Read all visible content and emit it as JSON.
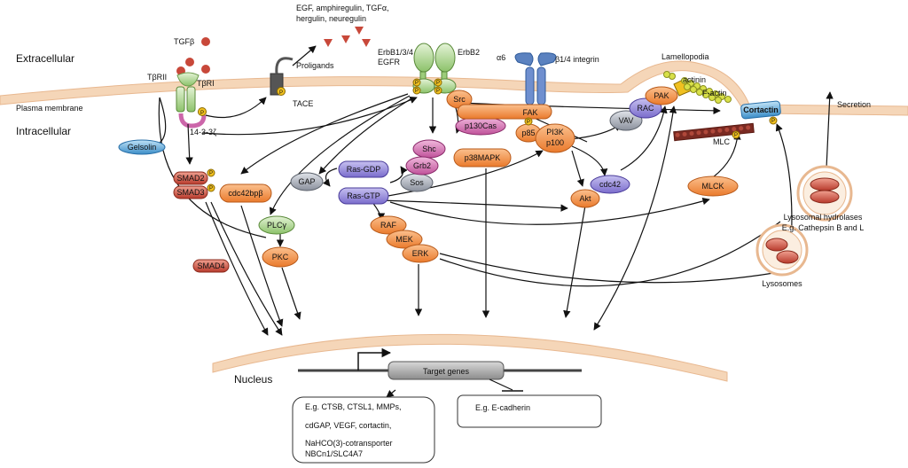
{
  "compartments": {
    "extracellular": "Extracellular",
    "plasma_membrane": "Plasma membrane",
    "intracellular": "Intracellular",
    "nucleus": "Nucleus",
    "lamellopodia": "Lamellopodia"
  },
  "ligands": {
    "tgfb": "TGFβ",
    "egf_line1": "EGF, amphiregulin, TGFα,",
    "egf_line2": "hergulin, neuregulin",
    "proligands": "Proligands"
  },
  "receptors": {
    "tbr2": "TβRII",
    "tbr1": "TβRI",
    "tace": "TACE",
    "erbb134": "ErbB1/3/4",
    "egfr": "EGFR",
    "erbb2": "ErbB2",
    "alpha6": "α6",
    "beta14": "β1/4 integrin",
    "adapter_1433": "14-3-3ζ"
  },
  "nodes": {
    "gelsolin": "Gelsolin",
    "smad2": "SMAD2",
    "smad3": "SMAD3",
    "smad4": "SMAD4",
    "cdc42bpb": "cdc42bpβ",
    "plcg": "PLCγ",
    "pkc": "PKC",
    "gap": "GAP",
    "ras_gdp": "Ras-GDP",
    "ras_gtp": "Ras-GTP",
    "sos": "Sos",
    "shc": "Shc",
    "grb2": "Grb2",
    "raf": "RAF",
    "mek": "MEK",
    "erk": "ERK",
    "src": "Src",
    "p130cas": "p130Cas",
    "p38mapk": "p38MAPK",
    "fak": "FAK",
    "p85": "p85",
    "pi3k": "PI3K",
    "p100": "p100",
    "akt": "Akt",
    "cdc42": "cdc42",
    "vav": "VAV",
    "rac": "RAC",
    "pak": "PAK",
    "actinin": "actinin",
    "factin": "F-actin",
    "cortactin": "Cortactin",
    "mlc": "MLC",
    "mlck": "MLCK",
    "phospho": "P"
  },
  "lysosome": {
    "hydrolases_line1": "Lysosomal hydrolases",
    "hydrolases_line2": "E.g. Cathepsin B and L",
    "lysosomes": "Lysosomes",
    "secretion": "Secretion"
  },
  "nucleus_panel": {
    "target_genes": "Target genes",
    "up_lines": [
      "E.g. CTSB, CTSL1, MMPs,",
      "cdGAP, VEGF, cortactin,",
      "NaHCO(3)-cotransporter",
      "NBCn1/SLC4A7"
    ],
    "down_line": "E.g. E-cadherin"
  },
  "colors": {
    "membrane": "#f5d6b8",
    "orange": "#f08a3c",
    "purple": "#8b7fd6",
    "magenta": "#cc66aa",
    "grey": "#9aa0aa",
    "red": "#c8483a",
    "blue": "#5ba8dc",
    "green": "#9ccc7a"
  }
}
